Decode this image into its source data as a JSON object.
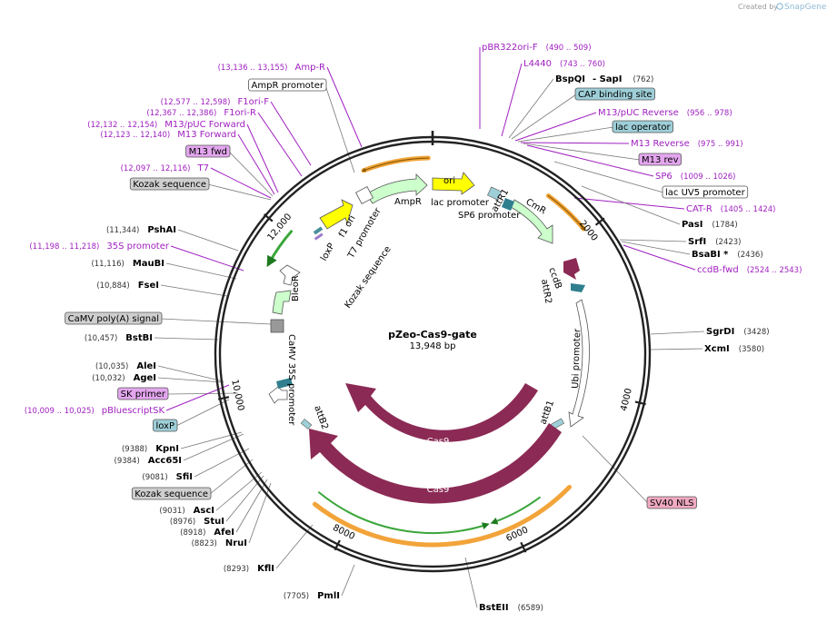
{
  "credit": {
    "prefix": "Created by",
    "brand": "SnapGene"
  },
  "plasmid": {
    "name": "pZeo-Cas9-gate",
    "length_label": "13,948 bp",
    "length": 13948
  },
  "ticks": [
    {
      "label": "2000",
      "bp": 2000
    },
    {
      "label": "4000",
      "bp": 4000
    },
    {
      "label": "6000",
      "bp": 6000
    },
    {
      "label": "8000",
      "bp": 8000
    },
    {
      "label": "10,000",
      "bp": 10000
    },
    {
      "label": "12,000",
      "bp": 12000
    }
  ],
  "feature_labels": [
    {
      "text": "ori",
      "bp": 540
    },
    {
      "text": "AmpR",
      "bp": 13600
    },
    {
      "text": "f1 ori",
      "bp": 12700
    },
    {
      "text": "T7 promoter",
      "bp": 12650
    },
    {
      "text": "loxP",
      "bp": 12420
    },
    {
      "text": "Kozak sequence",
      "bp": 13200
    },
    {
      "text": "lac promoter",
      "bp": 420
    },
    {
      "text": "SP6 promoter",
      "bp": 900
    },
    {
      "text": "attR1",
      "bp": 1100
    },
    {
      "text": "CmR",
      "bp": 1500
    },
    {
      "text": "ccdB",
      "bp": 2530
    },
    {
      "text": "attR2",
      "bp": 2780
    },
    {
      "text": "Ubi promoter",
      "bp": 4000
    },
    {
      "text": "attB1",
      "bp": 5180
    },
    {
      "text": "Cas9",
      "bp": 7050
    },
    {
      "text": "Cas9",
      "bp": 7050
    },
    {
      "text": "attB2",
      "bp": 9400
    },
    {
      "text": "CaMV 35S promoter",
      "bp": 10600
    },
    {
      "text": "BleoR",
      "bp": 11150
    }
  ],
  "site_labels": [
    {
      "name": "pBR322ori-F",
      "coords": "(490 .. 509)",
      "kind": "primer"
    },
    {
      "name": "L4440",
      "coords": "(743 .. 760)",
      "kind": "primer"
    },
    {
      "name": "BspQI",
      "suffix": "- SapI",
      "coords": "(762)",
      "kind": "enzyme"
    },
    {
      "name": "CAP binding site",
      "kind": "box-teal"
    },
    {
      "name": "M13/pUC Reverse",
      "coords": "(956 .. 978)",
      "kind": "primer"
    },
    {
      "name": "lac operator",
      "kind": "box-teal"
    },
    {
      "name": "M13 Reverse",
      "coords": "(975 .. 991)",
      "kind": "primer"
    },
    {
      "name": "M13 rev",
      "kind": "box-violet"
    },
    {
      "name": "SP6",
      "coords": "(1009 .. 1026)",
      "kind": "primer"
    },
    {
      "name": "lac UV5 promoter",
      "kind": "box-white"
    },
    {
      "name": "CAT-R",
      "coords": "(1405 .. 1424)",
      "kind": "primer"
    },
    {
      "name": "PasI",
      "coords": "(1784)",
      "kind": "enzyme"
    },
    {
      "name": "SrfI",
      "coords": "(2423)",
      "kind": "enzyme"
    },
    {
      "name": "BsaBI *",
      "coords": "(2436)",
      "kind": "enzyme"
    },
    {
      "name": "ccdB-fwd",
      "coords": "(2524 .. 2543)",
      "kind": "primer"
    },
    {
      "name": "SgrDI",
      "coords": "(3428)",
      "kind": "enzyme"
    },
    {
      "name": "XcmI",
      "coords": "(3580)",
      "kind": "enzyme"
    },
    {
      "name": "SV40 NLS",
      "kind": "box-pink"
    },
    {
      "name": "BstEII",
      "coords": "(6589)",
      "kind": "enzyme"
    },
    {
      "name": "Amp-R",
      "coords": "(13,136 .. 13,155)",
      "kind": "primer"
    },
    {
      "name": "AmpR promoter",
      "kind": "box-white"
    },
    {
      "name": "F1ori-F",
      "coords": "(12,577 .. 12,598)",
      "kind": "primer"
    },
    {
      "name": "F1ori-R",
      "coords": "(12,367 .. 12,386)",
      "kind": "primer"
    },
    {
      "name": "M13/pUC Forward",
      "coords": "(12,132 .. 12,154)",
      "kind": "primer"
    },
    {
      "name": "M13 Forward",
      "coords": "(12,123 .. 12,140)",
      "kind": "primer"
    },
    {
      "name": "M13 fwd",
      "kind": "box-violet"
    },
    {
      "name": "T7",
      "coords": "(12,097 .. 12,116)",
      "kind": "primer"
    },
    {
      "name": "Kozak sequence",
      "kind": "box-gray"
    },
    {
      "name": "PshAI",
      "coords": "(11,344)",
      "kind": "enzyme"
    },
    {
      "name": "35S promoter",
      "coords": "(11,198 .. 11,218)",
      "kind": "primer"
    },
    {
      "name": "MauBI",
      "coords": "(11,116)",
      "kind": "enzyme"
    },
    {
      "name": "FseI",
      "coords": "(10,884)",
      "kind": "enzyme"
    },
    {
      "name": "CaMV poly(A) signal",
      "kind": "box-gray"
    },
    {
      "name": "BstBI",
      "coords": "(10,457)",
      "kind": "enzyme"
    },
    {
      "name": "AleI",
      "coords": "(10,035)",
      "kind": "enzyme"
    },
    {
      "name": "AgeI",
      "coords": "(10,032)",
      "kind": "enzyme"
    },
    {
      "name": "SK primer",
      "kind": "box-violet"
    },
    {
      "name": "pBluescriptSK",
      "coords": "(10,009 .. 10,025)",
      "kind": "primer"
    },
    {
      "name": "loxP",
      "kind": "box-teal"
    },
    {
      "name": "KpnI",
      "coords": "(9388)",
      "kind": "enzyme"
    },
    {
      "name": "Acc65I",
      "coords": "(9384)",
      "kind": "enzyme"
    },
    {
      "name": "SfiI",
      "coords": "(9081)",
      "kind": "enzyme"
    },
    {
      "name": "Kozak sequence",
      "kind": "box-gray"
    },
    {
      "name": "AscI",
      "coords": "(9031)",
      "kind": "enzyme"
    },
    {
      "name": "StuI",
      "coords": "(8976)",
      "kind": "enzyme"
    },
    {
      "name": "AfeI",
      "coords": "(8918)",
      "kind": "enzyme"
    },
    {
      "name": "NruI",
      "coords": "(8823)",
      "kind": "enzyme"
    },
    {
      "name": "KflI",
      "coords": "(8293)",
      "kind": "enzyme"
    },
    {
      "name": "PmlI",
      "coords": "(7705)",
      "kind": "enzyme"
    }
  ],
  "colors": {
    "primer": "#a020c0",
    "enzyme": "#000000",
    "coord": "#333333",
    "backbone": "#222222",
    "ori": "#ffff00",
    "resistance": "#ccffcc",
    "resistance_stroke": "#2f9e2f",
    "cas9": "#8b2a55",
    "box_teal": "#9ecfd8",
    "box_violet": "#e3a6ee",
    "box_gray": "#cfcfcf",
    "box_pink": "#f0a9c0",
    "box_white": "#ffffff",
    "orange": "#f2a43a",
    "green_line": "#3aa63a",
    "teal_feature": "#2f7f8f",
    "leader": "#777777"
  }
}
